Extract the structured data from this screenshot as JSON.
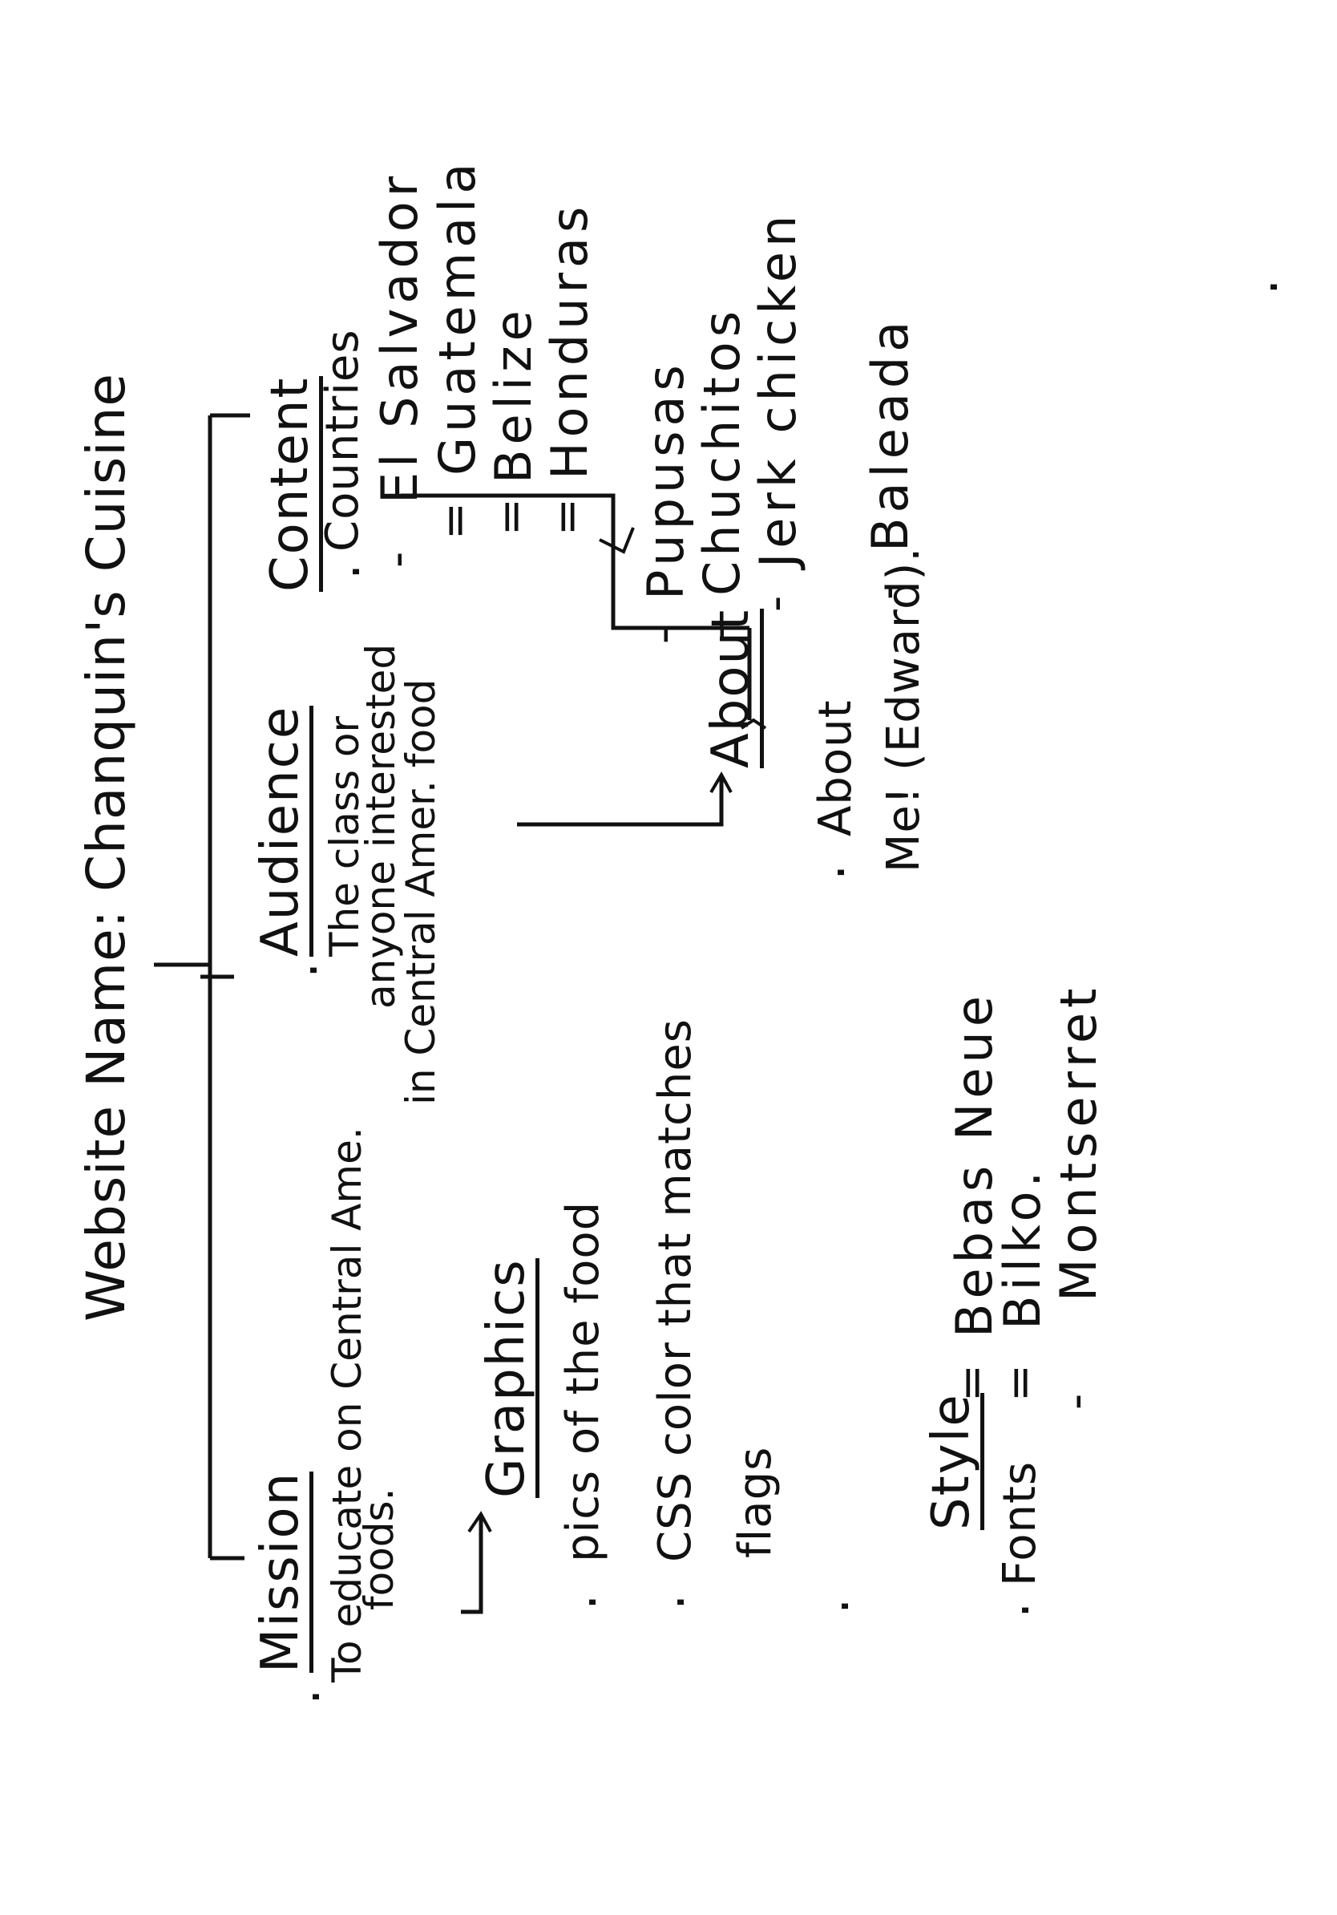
{
  "title": "Website Name: Chanquin's Cuisine",
  "mission": {
    "heading": "Mission",
    "bullet": ".",
    "line1": "To educate on Central Ame.",
    "line2": "foods."
  },
  "audience": {
    "heading": "Audience",
    "bullet": ".",
    "line1": "The class or",
    "line2": "anyone interested",
    "line3": "in Central Amer. food"
  },
  "content": {
    "heading": "Content",
    "countries_label": "Countries",
    "bullet": ".",
    "countries": [
      {
        "dash": "-",
        "name": "El Salvador"
      },
      {
        "dash": "=",
        "name": "Guatemala"
      },
      {
        "dash": "=",
        "name": "Belize"
      },
      {
        "dash": "=",
        "name": "Honduras"
      }
    ],
    "foods": [
      {
        "dash": "-",
        "name": "Pupusas"
      },
      {
        "dash": "-",
        "name": "Chuchitos"
      },
      {
        "dash": "-",
        "name": "Jerk chicken"
      },
      {
        "dash": "-",
        "name": "Baleada"
      }
    ]
  },
  "graphics": {
    "heading": "Graphics",
    "bullet": ".",
    "items": [
      "pics of the food",
      "CSS color that matches",
      "flags",
      ""
    ]
  },
  "about": {
    "heading": "About",
    "bullet": ".",
    "line1": "About",
    "line2": "Me! (Edward)."
  },
  "style": {
    "heading": "Style",
    "fonts_label": "Fonts",
    "bullet": ".",
    "fonts": [
      {
        "dash": "=",
        "name": "Bebas Neue"
      },
      {
        "dash": "=",
        "name": "Bilko."
      },
      {
        "dash": "-",
        "name": "Montserret"
      }
    ]
  },
  "stray_dot": "."
}
